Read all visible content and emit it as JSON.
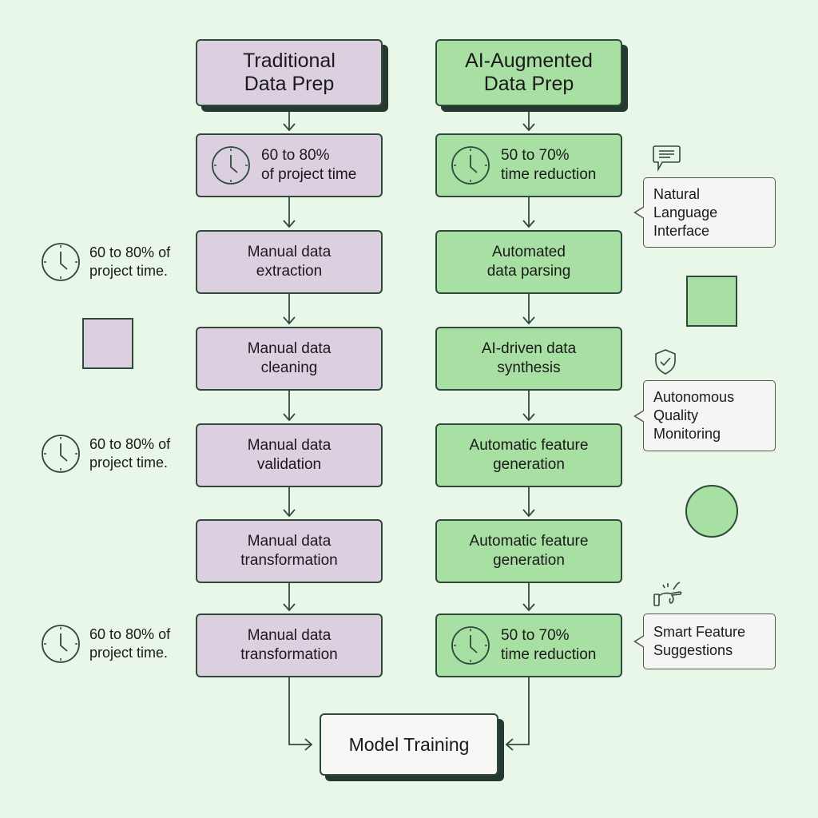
{
  "traditional": {
    "header": "Traditional Data Prep",
    "header_lines": [
      "Traditional",
      "Data Prep"
    ],
    "stat": [
      "60 to 80%",
      "of project time"
    ],
    "steps": [
      [
        "Manual data",
        "extraction"
      ],
      [
        "Manual data",
        "cleaning"
      ],
      [
        "Manual data",
        "validation"
      ],
      [
        "Manual data",
        "transformation"
      ],
      [
        "Manual data",
        "transformation"
      ]
    ],
    "color": "#dccfe0"
  },
  "ai": {
    "header_lines": [
      "AI-Augmented",
      "Data Prep"
    ],
    "stat_top": [
      "50 to 70%",
      "time reduction"
    ],
    "steps": [
      [
        "Automated",
        "data parsing"
      ],
      [
        "AI-driven data",
        "synthesis"
      ],
      [
        "Automatic feature",
        "generation"
      ],
      [
        "Automatic feature",
        "generation"
      ]
    ],
    "stat_bottom": [
      "50 to 70%",
      "time reduction"
    ],
    "color": "#a8e0a4"
  },
  "left_annotations": [
    [
      "60 to 80% of",
      "project time."
    ],
    [
      "60 to 80% of",
      "project time."
    ],
    [
      "60 to 80% of",
      "project time."
    ]
  ],
  "callouts": [
    {
      "icon": "chat-bubble-icon",
      "lines": [
        "Natural",
        "Language",
        "Interface"
      ]
    },
    {
      "icon": "shield-check-icon",
      "lines": [
        "Autonomous",
        "Quality",
        "Monitoring"
      ]
    },
    {
      "icon": "pointing-hand-icon",
      "lines": [
        "Smart Feature",
        "Suggestions"
      ]
    }
  ],
  "final": {
    "label": "Model Training"
  },
  "colors": {
    "background": "#e8f7e8",
    "outline": "#2f4a3c",
    "purple": "#dccfe0",
    "green": "#a8e0a4"
  }
}
